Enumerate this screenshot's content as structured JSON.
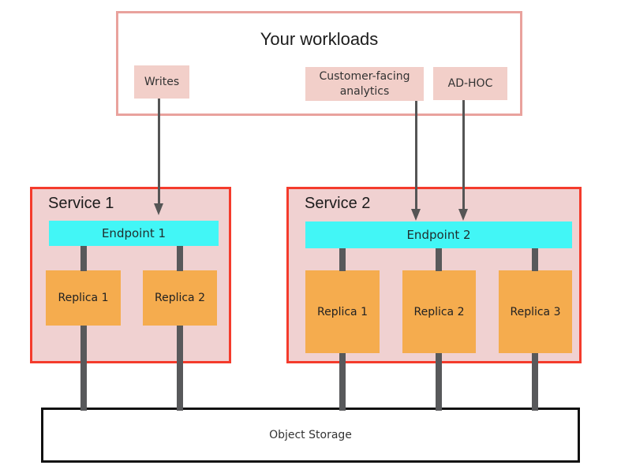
{
  "diagram": {
    "workloads": {
      "title": "Your workloads",
      "items": [
        {
          "label": "Writes"
        },
        {
          "label": "Customer-facing analytics"
        },
        {
          "label": "AD-HOC"
        }
      ]
    },
    "services": [
      {
        "title": "Service 1",
        "endpoint_label": "Endpoint 1",
        "replicas": [
          {
            "label": "Replica 1"
          },
          {
            "label": "Replica 2"
          }
        ]
      },
      {
        "title": "Service 2",
        "endpoint_label": "Endpoint 2",
        "replicas": [
          {
            "label": "Replica 1"
          },
          {
            "label": "Replica 2"
          },
          {
            "label": "Replica 3"
          }
        ]
      }
    ],
    "storage": {
      "label": "Object Storage"
    }
  },
  "colors": {
    "workload_border": "#e9a29d",
    "workload_item_bg": "#f2cfc9",
    "service_border": "#f43b2c",
    "service_bg": "#f0d1d1",
    "endpoint_bg": "#42f6f6",
    "replica_bg": "#f5ac4e",
    "connector": "#58595b",
    "arrow": "#555555",
    "storage_border": "#111111"
  }
}
